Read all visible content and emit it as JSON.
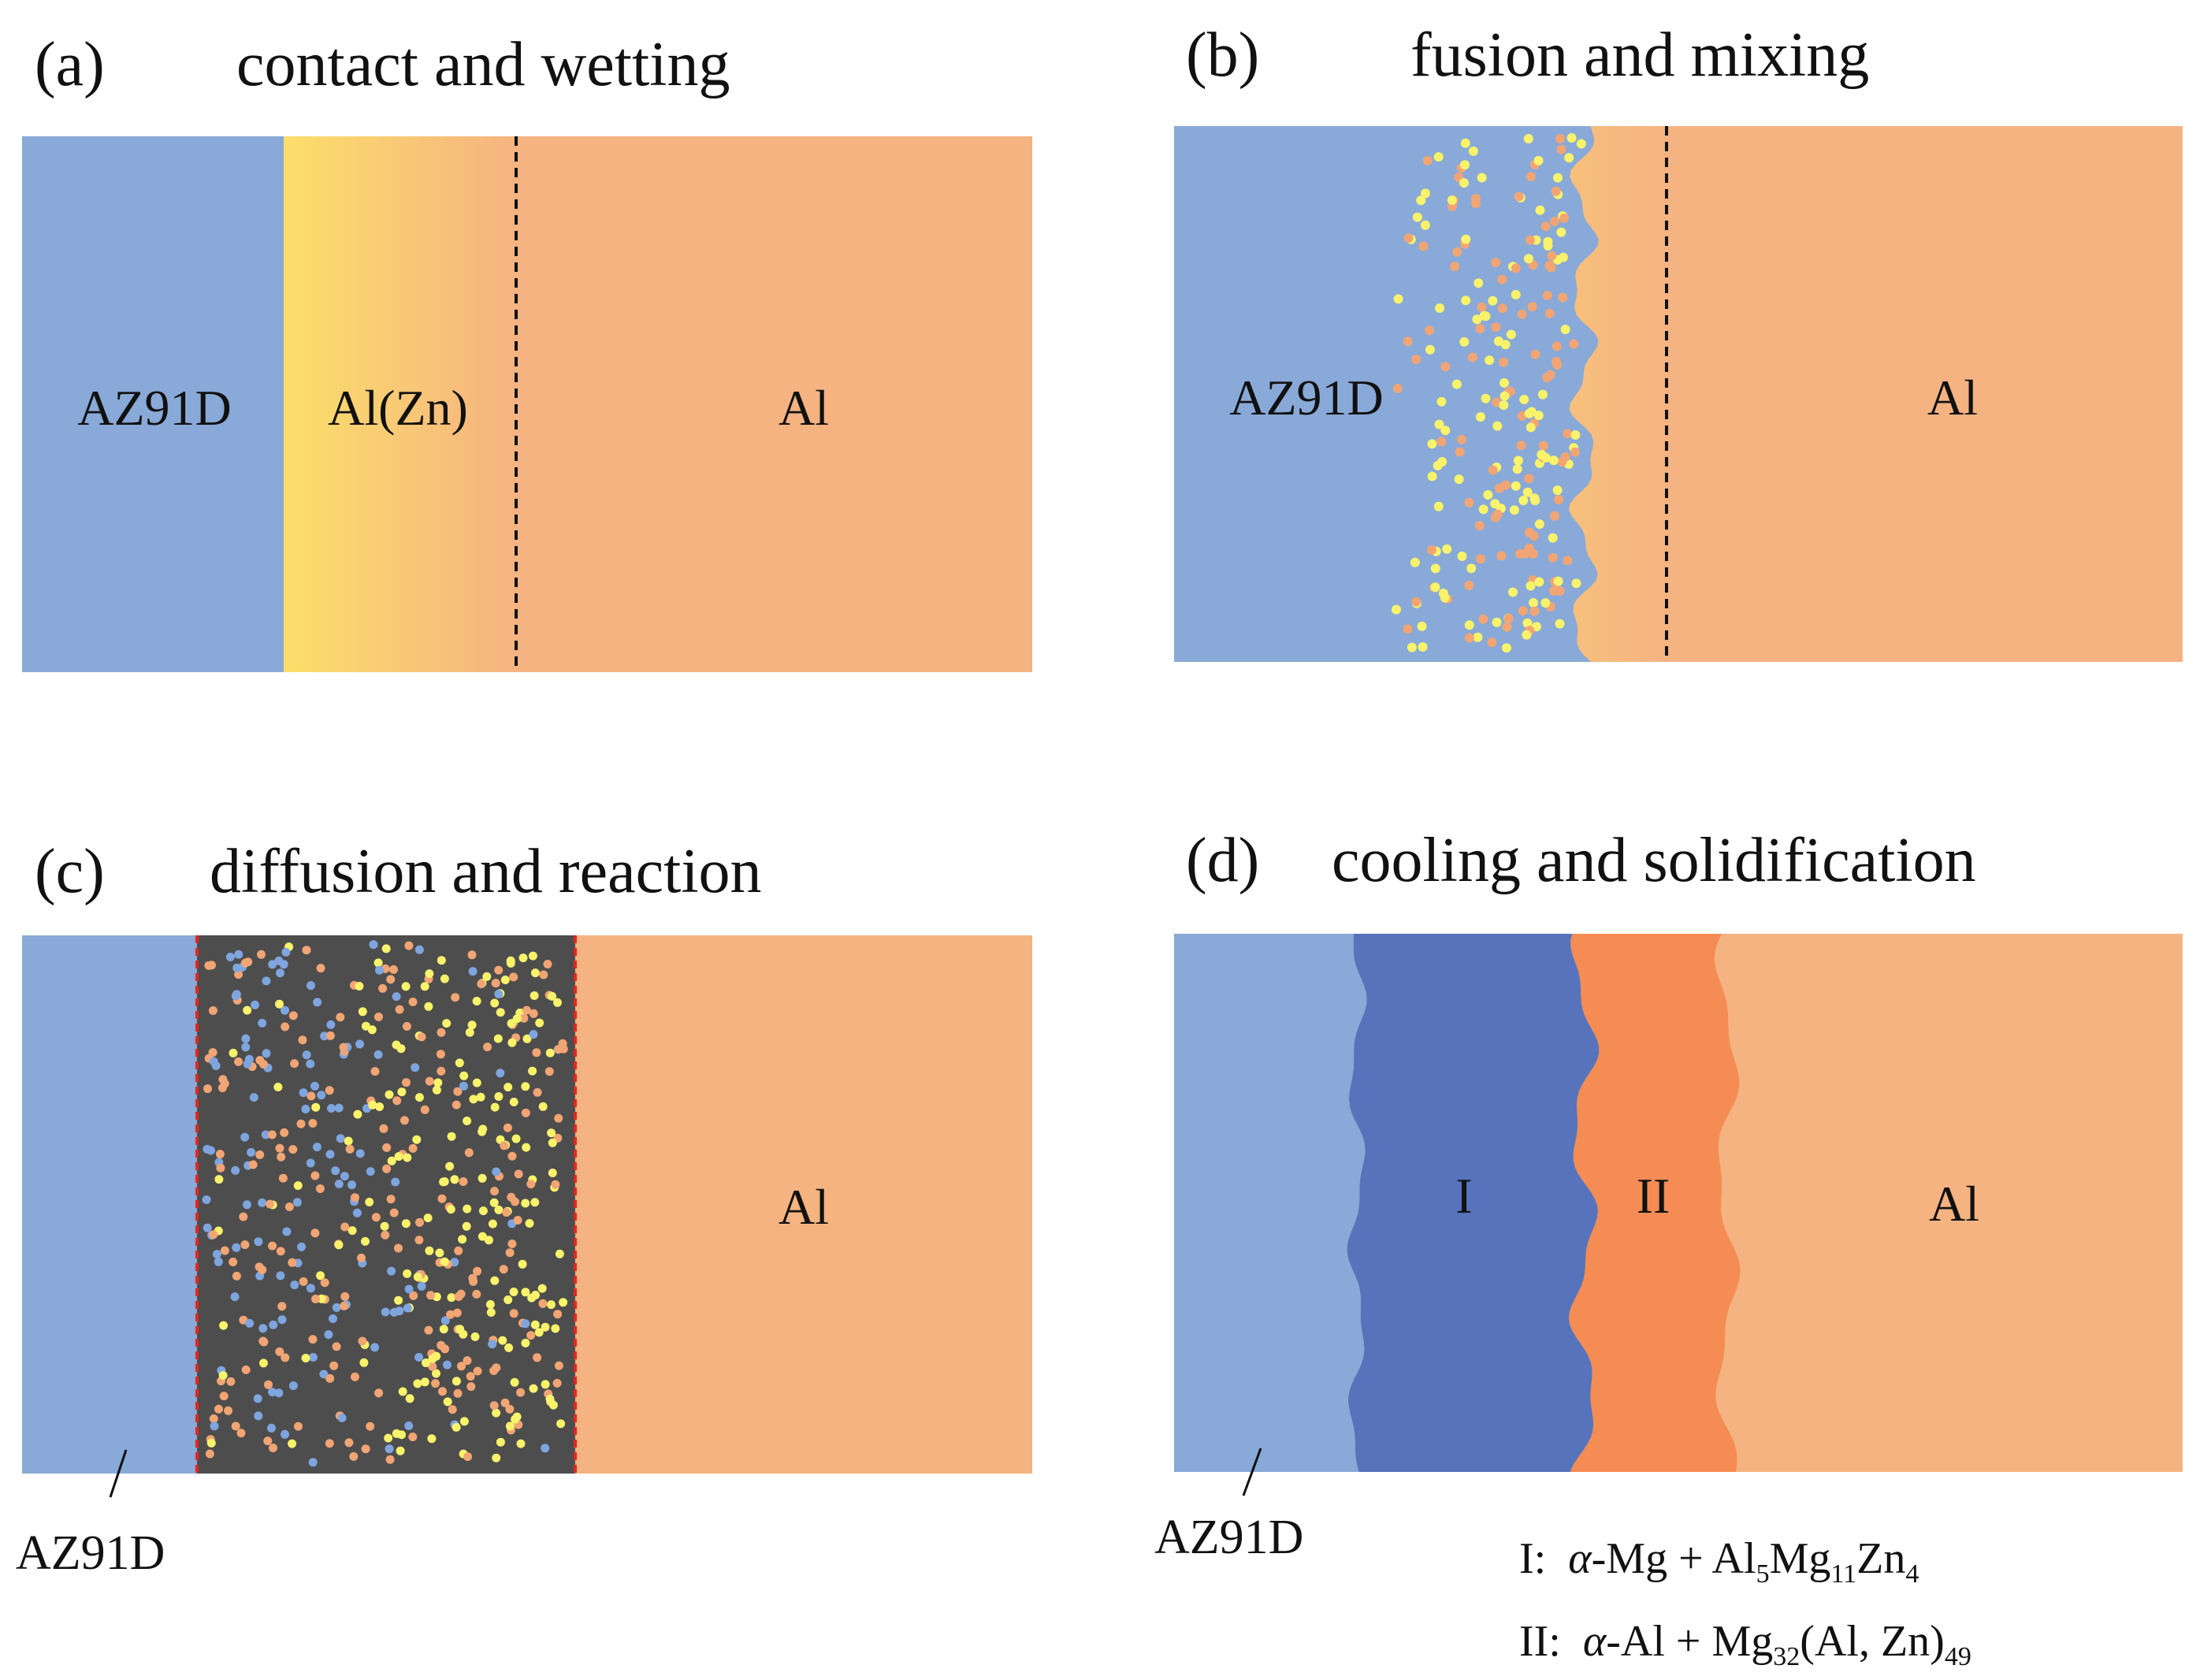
{
  "panels": [
    {
      "id": "a",
      "label": "(a)",
      "title": "contact and wetting",
      "regions": [
        "AZ91D",
        "Al(Zn)",
        "Al"
      ]
    },
    {
      "id": "b",
      "label": "(b)",
      "title": "fusion and mixing",
      "regions": [
        "AZ91D",
        "Al"
      ]
    },
    {
      "id": "c",
      "label": "(c)",
      "title": "diffusion and reaction",
      "regions": [
        "Al"
      ],
      "pointer_label": "AZ91D"
    },
    {
      "id": "d",
      "label": "(d)",
      "title": "cooling and solidification",
      "regions": [
        "I",
        "II",
        "Al"
      ],
      "pointer_label": "AZ91D"
    }
  ],
  "legend": {
    "line1": {
      "key": "I:",
      "phase": "α",
      "text": "-Mg + Al",
      "s1": "5",
      "t2": "Mg",
      "s2": "11",
      "t3": "Zn",
      "s3": "4"
    },
    "line2": {
      "key": "II:",
      "phase": "α",
      "text": "-Al + Mg",
      "s1": "32",
      "t2": "(Al, Zn)",
      "s2": "49"
    }
  },
  "colors": {
    "az91d": "#89A9D8",
    "al": "#F5B381",
    "alzn_yellow": "#FCDF6A",
    "reaction_zone": "#4D4D4D",
    "phase_I": "#5673BC",
    "phase_II": "#F48C54",
    "dot_yellow": "#F8F36B",
    "dot_orange": "#F2A574",
    "dot_blue": "#7FA5DF",
    "boundary_red": "#E8241E"
  }
}
